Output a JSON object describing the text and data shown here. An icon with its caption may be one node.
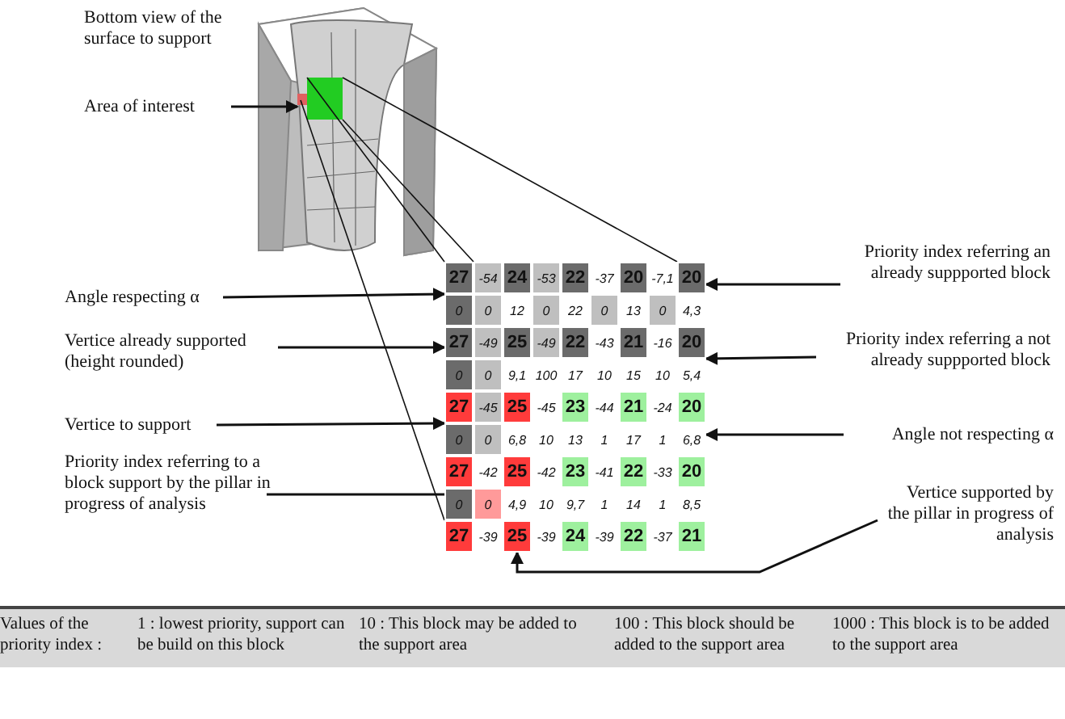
{
  "diagram": {
    "nodes": [
      {
        "text": [
          "Area of interest"
        ]
      },
      {
        "text": [
          "Angle respecting α"
        ]
      },
      {
        "text": [
          "Vertice already supported (height rounded)"
        ]
      },
      {
        "text": [
          "Vertice to support"
        ]
      },
      {
        "text": [
          "Priority index referring to a block support by the pillar in progress of analysis"
        ]
      },
      {
        "text": [
          "Priority index referring an already suppported block"
        ]
      },
      {
        "text": [
          "Priority index referring a not already suppported block"
        ]
      },
      {
        "text": [
          "Angle not respecting α"
        ]
      },
      {
        "text": [
          "Vertice supported by the pillar in progress of analysis"
        ]
      },
      {
        "text": [
          "27"
        ]
      },
      {
        "text": [
          "-54"
        ]
      },
      {
        "text": [
          "24"
        ]
      },
      {
        "text": [
          "-53"
        ]
      },
      {
        "text": [
          "22"
        ]
      },
      {
        "text": [
          "-37"
        ]
      },
      {
        "text": [
          "20"
        ]
      },
      {
        "text": [
          "-7,1"
        ]
      },
      {
        "text": [
          "20"
        ]
      },
      {
        "text": [
          "0"
        ]
      },
      {
        "text": [
          "0"
        ]
      },
      {
        "text": [
          "12"
        ]
      },
      {
        "text": [
          "0"
        ]
      },
      {
        "text": [
          "22"
        ]
      },
      {
        "text": [
          "0"
        ]
      },
      {
        "text": [
          "13"
        ]
      },
      {
        "text": [
          "0"
        ]
      },
      {
        "text": [
          "4,3"
        ]
      },
      {
        "text": [
          "27"
        ]
      },
      {
        "text": [
          "-49"
        ]
      },
      {
        "text": [
          "25"
        ]
      },
      {
        "text": [
          "-49"
        ]
      },
      {
        "text": [
          "22"
        ]
      },
      {
        "text": [
          "-43"
        ]
      },
      {
        "text": [
          "21"
        ]
      },
      {
        "text": [
          "-16"
        ]
      },
      {
        "text": [
          "20"
        ]
      },
      {
        "text": [
          "0"
        ]
      },
      {
        "text": [
          "0"
        ]
      },
      {
        "text": [
          "9,1"
        ]
      },
      {
        "text": [
          "100"
        ]
      },
      {
        "text": [
          "17"
        ]
      },
      {
        "text": [
          "10"
        ]
      },
      {
        "text": [
          "15"
        ]
      },
      {
        "text": [
          "10"
        ]
      },
      {
        "text": [
          "5,4"
        ]
      },
      {
        "text": [
          "27"
        ]
      },
      {
        "text": [
          "-45"
        ]
      },
      {
        "text": [
          "25"
        ]
      },
      {
        "text": [
          "-45"
        ]
      },
      {
        "text": [
          "23"
        ]
      },
      {
        "text": [
          "-44"
        ]
      },
      {
        "text": [
          "21"
        ]
      },
      {
        "text": [
          "-24"
        ]
      },
      {
        "text": [
          "20"
        ]
      },
      {
        "text": [
          "0"
        ]
      },
      {
        "text": [
          "0"
        ]
      },
      {
        "text": [
          "6,8"
        ]
      },
      {
        "text": [
          "10"
        ]
      },
      {
        "text": [
          "13"
        ]
      },
      {
        "text": [
          "1"
        ]
      },
      {
        "text": [
          "17"
        ]
      },
      {
        "text": [
          "1"
        ]
      },
      {
        "text": [
          "6,8"
        ]
      },
      {
        "text": [
          "27"
        ]
      },
      {
        "text": [
          "-42"
        ]
      },
      {
        "text": [
          "25"
        ]
      },
      {
        "text": [
          "-42"
        ]
      },
      {
        "text": [
          "23"
        ]
      },
      {
        "text": [
          "-41"
        ]
      },
      {
        "text": [
          "22"
        ]
      },
      {
        "text": [
          "-33"
        ]
      },
      {
        "text": [
          "20"
        ]
      },
      {
        "text": [
          "0"
        ]
      },
      {
        "text": [
          "0"
        ]
      },
      {
        "text": [
          "4,9"
        ]
      },
      {
        "text": [
          "10"
        ]
      },
      {
        "text": [
          "9,7"
        ]
      },
      {
        "text": [
          "1"
        ]
      },
      {
        "text": [
          "14"
        ]
      },
      {
        "text": [
          "1"
        ]
      },
      {
        "text": [
          "8,5"
        ]
      },
      {
        "text": [
          "27"
        ]
      },
      {
        "text": [
          "-39"
        ]
      },
      {
        "text": [
          "25"
        ]
      },
      {
        "text": [
          "-39"
        ]
      },
      {
        "text": [
          "24"
        ]
      },
      {
        "text": [
          "-39"
        ]
      },
      {
        "text": [
          "22"
        ]
      },
      {
        "text": [
          "-37"
        ]
      },
      {
        "text": [
          "21"
        ]
      },
      {
        "text": [],
        "shape": "picture"
      }
    ],
    "edges": [
      {
        "from": 0,
        "to": 90,
        "arrow": "to"
      },
      {
        "from": 1,
        "to": 9,
        "arrow": "to"
      },
      {
        "from": 2,
        "to": 27,
        "arrow": "to"
      },
      {
        "from": 3,
        "to": 45,
        "arrow": "to"
      },
      {
        "from": 4,
        "to": 73,
        "arrow": "to"
      },
      {
        "from": 5,
        "to": 17,
        "arrow": "to"
      },
      {
        "from": 6,
        "to": 44,
        "arrow": "to"
      },
      {
        "from": 7,
        "to": 62,
        "arrow": "to"
      },
      {
        "from": 8,
        "to": 83,
        "arrow": "to"
      },
      {
        "from": 90,
        "to": 9,
        "arrow": "none"
      },
      {
        "from": 90,
        "to": 17,
        "arrow": "none"
      },
      {
        "from": 90,
        "to": 81,
        "arrow": "none"
      },
      {
        "from": 90,
        "to": 10,
        "arrow": "none"
      }
    ],
    "labels": [
      "Bottom view of the surface to support",
      "Values of the priority index :",
      "1 : lowest priority, support can be build on this block",
      "10 : This block may be added to the support area",
      "100 : This block should be added to the support area",
      "1000 : This block is to be added to the support area"
    ]
  }
}
